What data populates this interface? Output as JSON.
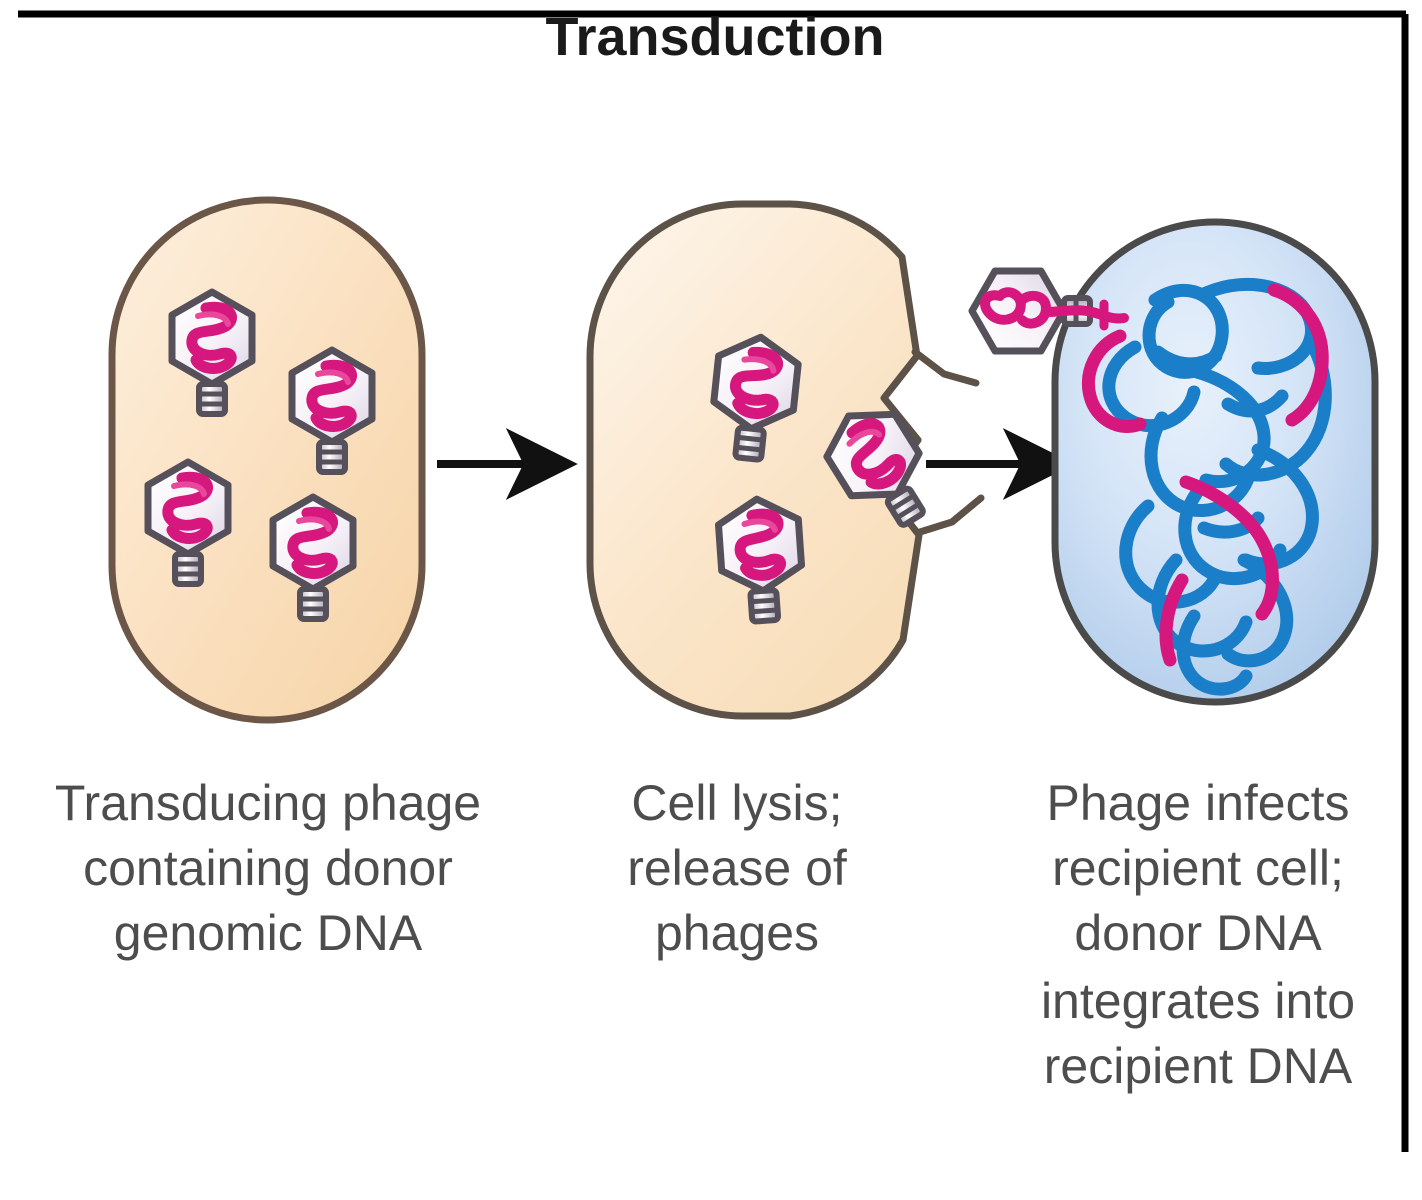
{
  "figure": {
    "title": "Transduction",
    "panels": [
      {
        "id": "panel-1",
        "caption_lines": [
          "Transducing phage",
          "containing donor",
          "genomic DNA"
        ],
        "cell_type": "donor-cell",
        "cell_color": "#f9dcb4",
        "cell_outline": "#6b5647",
        "phage_count": 4
      },
      {
        "id": "panel-2",
        "caption_lines": [
          "Cell lysis;",
          "release of",
          "phages"
        ],
        "cell_type": "lysing-cell",
        "cell_color": "#f9e3c4",
        "cell_outline": "#5c5248",
        "phage_count": 3
      },
      {
        "id": "panel-3",
        "caption_lines": [
          "Phage infects",
          "recipient cell;",
          "donor DNA",
          "integrates into",
          "recipient DNA"
        ],
        "cell_type": "recipient-cell",
        "cell_color": "#c5daf0",
        "cell_outline": "#4a4a4a",
        "phage_count": 1
      }
    ],
    "arrows": [
      {
        "id": "arrow-1",
        "direction": "right"
      },
      {
        "id": "arrow-2",
        "direction": "right"
      }
    ],
    "colors": {
      "phage_dna": "#d6177e",
      "recipient_dna": "#1a7fc8",
      "donor_dna_integrated": "#d6177e",
      "phage_head_fill": "#f7f2fa",
      "phage_outline": "#55505a",
      "arrow": "#111111",
      "frame": "#000000",
      "caption": "#4d4d4d",
      "title": "#1a1a1a"
    }
  }
}
